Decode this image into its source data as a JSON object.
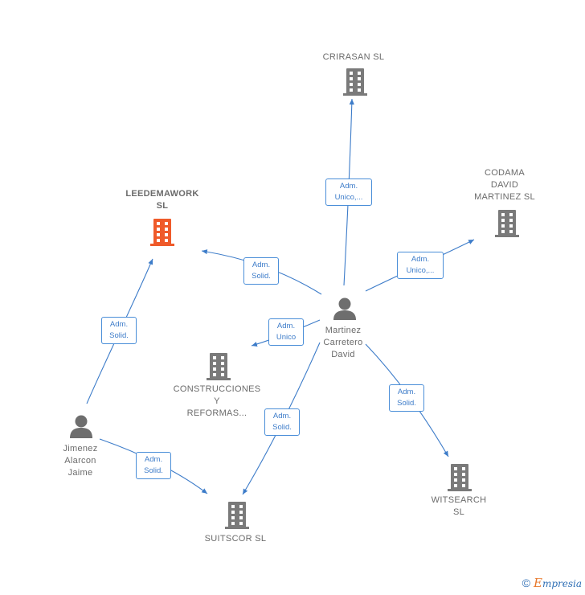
{
  "colors": {
    "edge": "#3d7cc9",
    "company_icon": "#7a7a7a",
    "company_icon_highlight": "#ef5a2a",
    "person_icon": "#6e6e6e"
  },
  "nodes": {
    "crirasan": {
      "lines": [
        "CRIRASAN  SL"
      ],
      "icon": "building-icon"
    },
    "codama": {
      "lines": [
        "CODAMA",
        "DAVID",
        "MARTINEZ  SL"
      ],
      "icon": "building-icon"
    },
    "leedemawork": {
      "lines": [
        "LEEDEMAWORK",
        "SL"
      ],
      "icon": "building-icon",
      "highlight": true
    },
    "martinez": {
      "lines": [
        "Martinez",
        "Carretero",
        "David"
      ],
      "icon": "person-icon"
    },
    "construcciones": {
      "lines": [
        "CONSTRUCCIONES",
        "Y",
        "REFORMAS..."
      ],
      "icon": "building-icon"
    },
    "jimenez": {
      "lines": [
        "Jimenez",
        "Alarcon",
        "Jaime"
      ],
      "icon": "person-icon"
    },
    "suitscor": {
      "lines": [
        "SUITSCOR  SL"
      ],
      "icon": "building-icon"
    },
    "witsearch": {
      "lines": [
        "WITSEARCH",
        "SL"
      ],
      "icon": "building-icon"
    }
  },
  "edges": {
    "martinez_crirasan": [
      "Adm.",
      "Unico,..."
    ],
    "martinez_codama": [
      "Adm.",
      "Unico,..."
    ],
    "martinez_leedemawork": [
      "Adm.",
      "Solid."
    ],
    "martinez_construcciones": [
      "Adm.",
      "Unico"
    ],
    "martinez_suitscor": [
      "Adm.",
      "Solid."
    ],
    "martinez_witsearch": [
      "Adm.",
      "Solid."
    ],
    "jimenez_leedemawork": [
      "Adm.",
      "Solid."
    ],
    "jimenez_suitscor": [
      "Adm.",
      "Solid."
    ]
  },
  "footer": {
    "copyright": "©",
    "brand_first": "E",
    "brand_rest": "mpresia"
  }
}
